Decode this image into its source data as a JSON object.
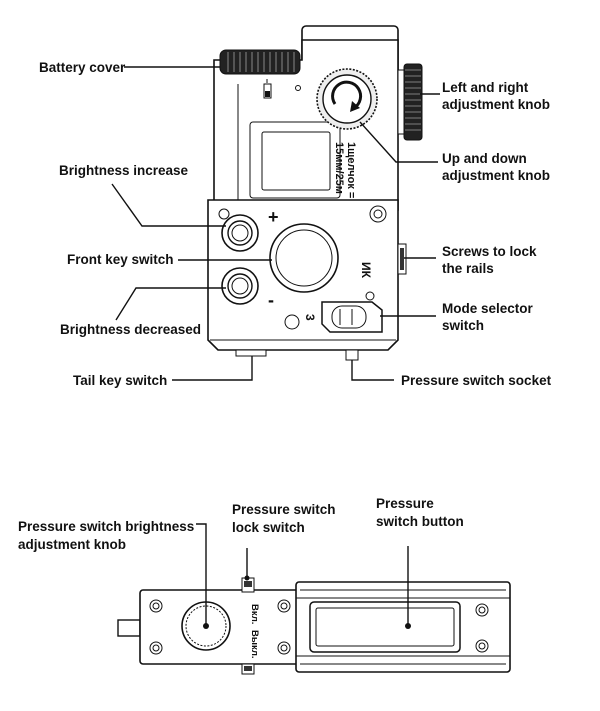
{
  "top_view": {
    "labels": {
      "battery_cover": "Battery cover",
      "lr_knob_1": "Left and right",
      "lr_knob_2": "adjustment knob",
      "ud_knob_1": "Up and down",
      "ud_knob_2": "adjustment knob",
      "brightness_increase": "Brightness increase",
      "front_key_switch": "Front key switch",
      "screws_1": "Screws to lock",
      "screws_2": "the rails",
      "brightness_decreased": "Brightness decreased",
      "mode_selector_1": "Mode selector",
      "mode_selector_2": "switch",
      "tail_key_switch": "Tail key switch",
      "pressure_switch_socket": "Pressure switch socket"
    },
    "markings": {
      "plus": "+",
      "minus": "-",
      "ik": "ИК",
      "three": "3",
      "scale_1": "1щелчок =",
      "scale_2": "15мм/25м"
    }
  },
  "bottom_view": {
    "labels": {
      "brightness_knob_1": "Pressure switch brightness",
      "brightness_knob_2": "adjustment knob",
      "lock_switch_1": "Pressure switch",
      "lock_switch_2": "lock switch",
      "button_1": "Pressure",
      "button_2": "switch button"
    },
    "markings": {
      "on": "Вкл.",
      "off": "Выкл."
    }
  }
}
